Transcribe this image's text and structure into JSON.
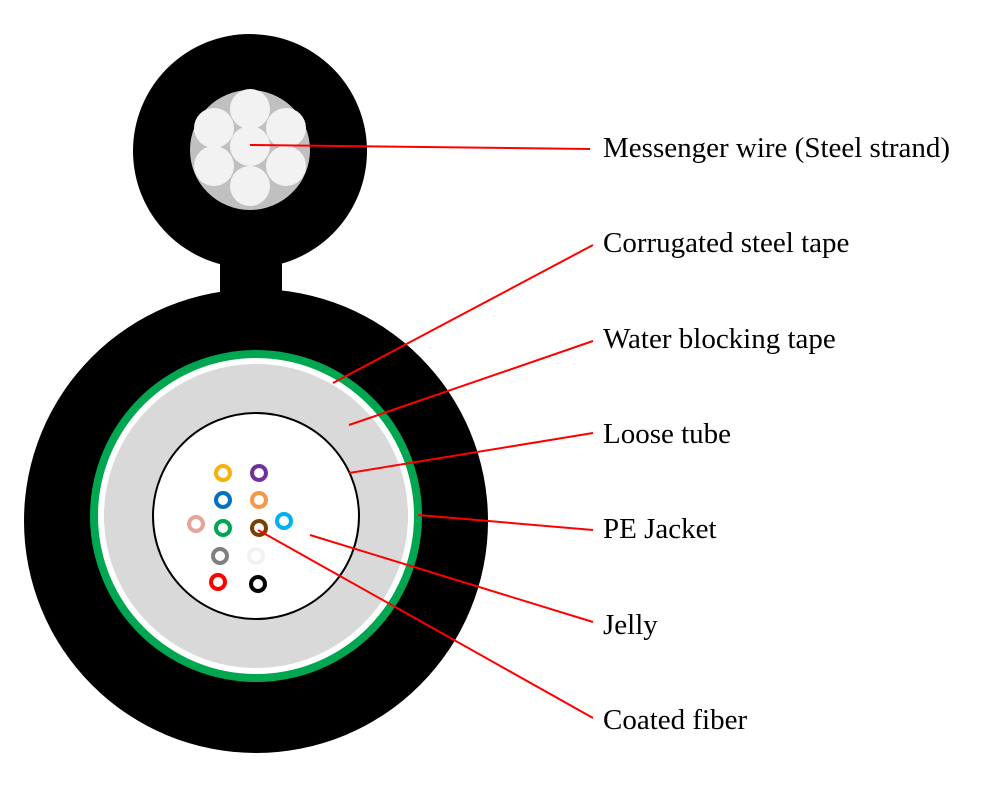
{
  "diagram": {
    "type": "cable-cross-section",
    "labels": {
      "messenger_wire": "Messenger wire (Steel strand)",
      "corrugated_steel_tape": "Corrugated steel tape",
      "water_blocking_tape": "Water blocking tape",
      "loose_tube": "Loose tube",
      "pe_jacket": "PE Jacket",
      "jelly": "Jelly",
      "coated_fiber": "Coated fiber"
    },
    "colors": {
      "jacket": "#000000",
      "steel_tape": "#00a650",
      "water_blocking_tape": "#d9d9d9",
      "jelly": "#ffffff",
      "leader_line": "#ff0000",
      "strand_fill": "#f2f2f2",
      "strand_bundle_bg": "#c0c0c0"
    },
    "fiber_colors": [
      "#f6b10b",
      "#7030a0",
      "#0070c0",
      "#f79646",
      "#e6a49a",
      "#00a650",
      "#7b3f00",
      "#00b0f0",
      "#7f7f7f",
      "#f2f2f2",
      "#ff0000",
      "#000000"
    ]
  }
}
